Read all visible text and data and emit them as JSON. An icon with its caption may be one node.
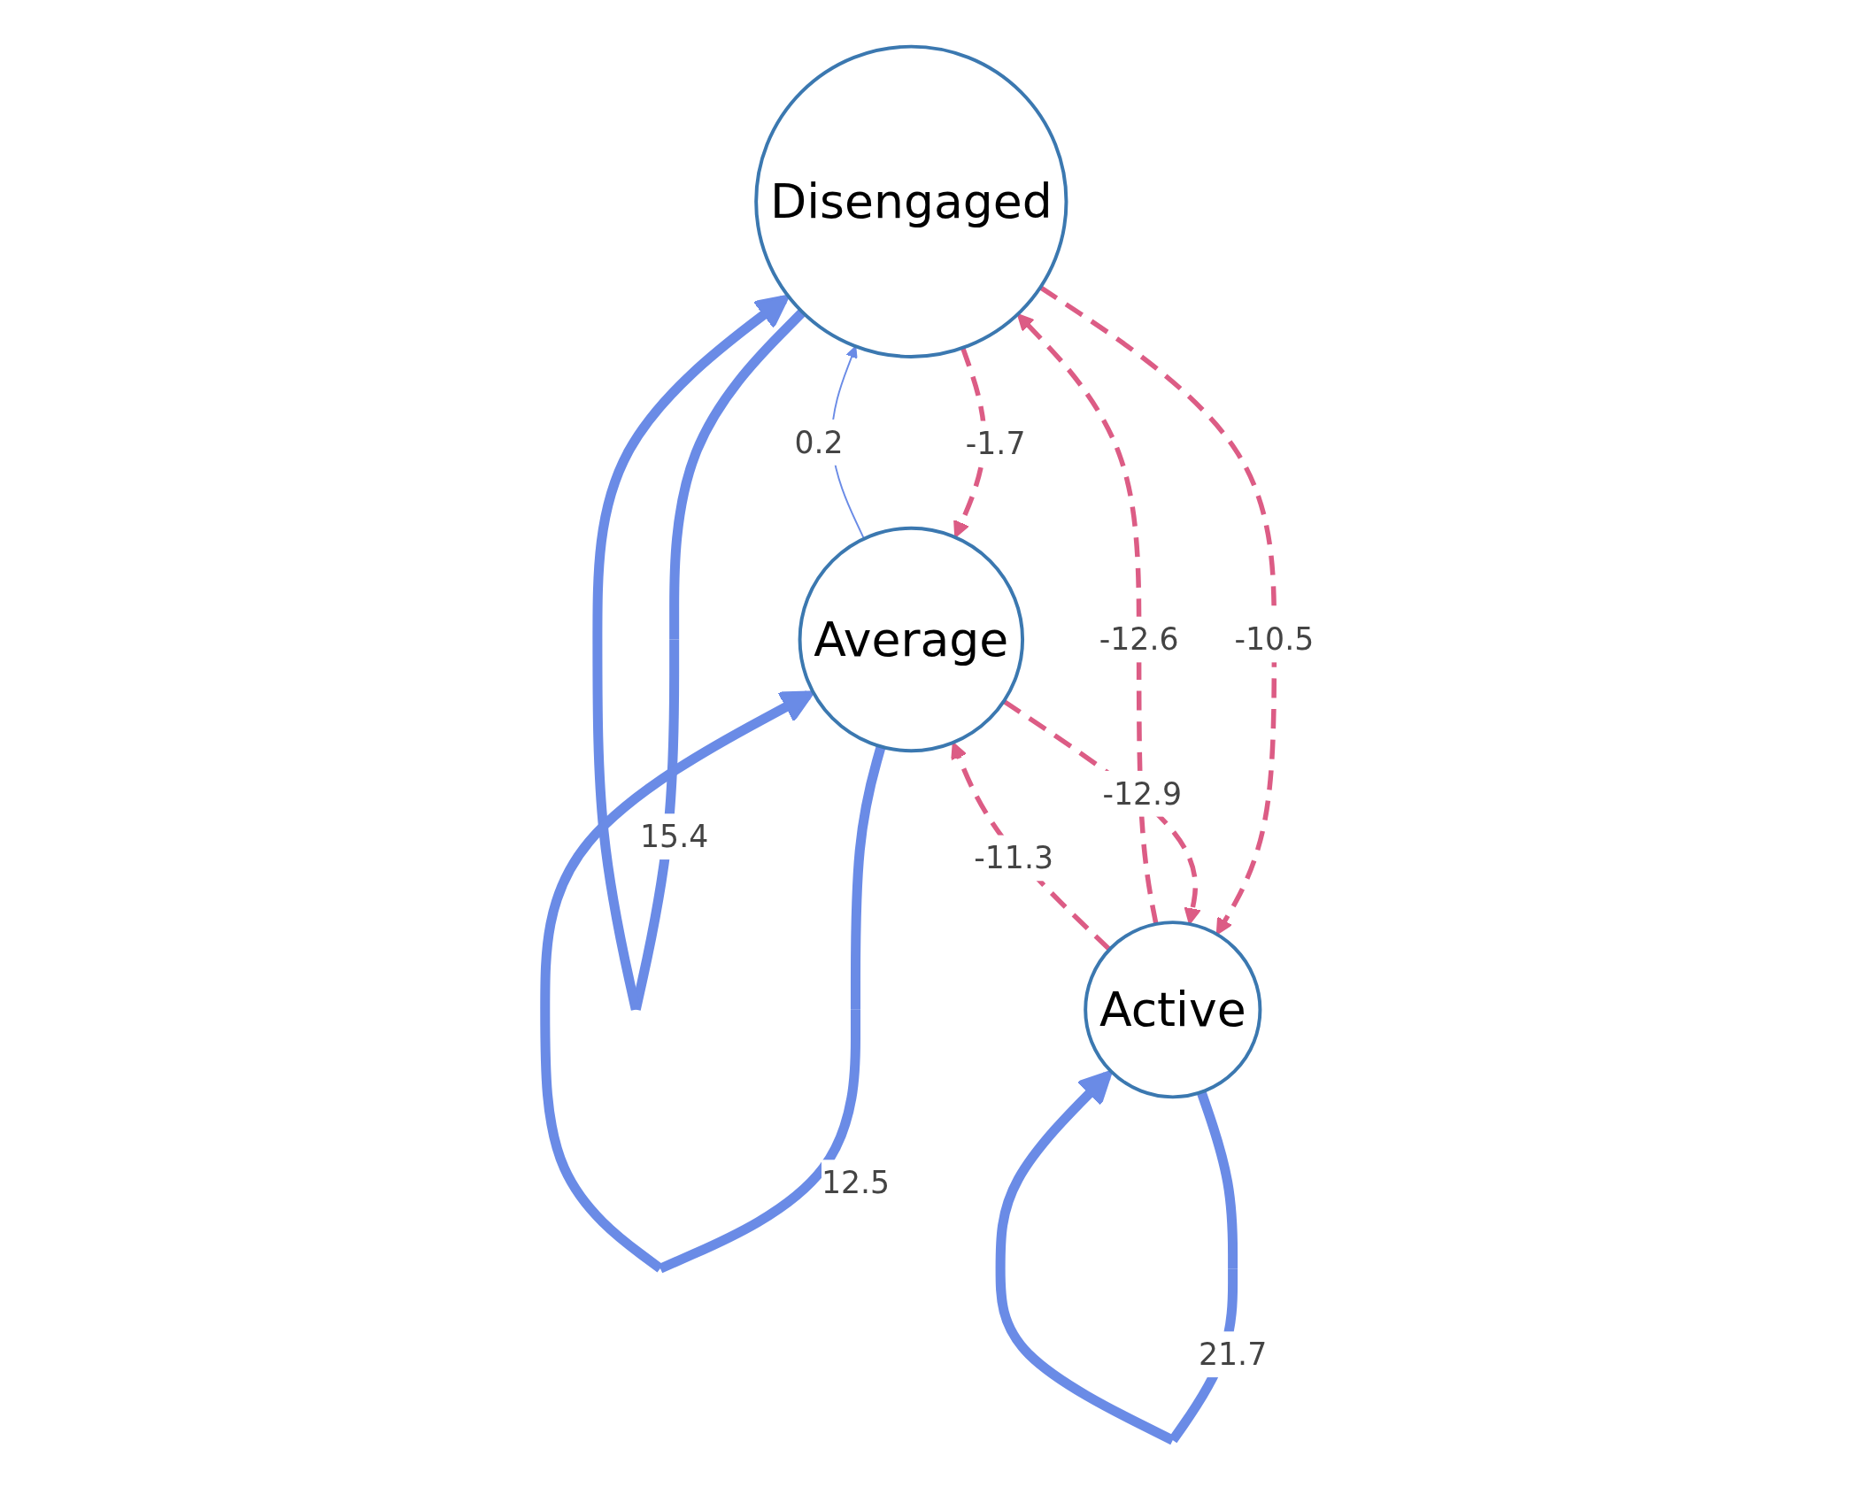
{
  "diagram": {
    "nodes": [
      {
        "text": [
          "Disengaged"
        ]
      },
      {
        "text": [
          "Average"
        ]
      },
      {
        "text": [
          "Active"
        ]
      }
    ],
    "edges": [
      {
        "from": 0,
        "to": 0,
        "arrow": "to",
        "label": "15.4",
        "style": "thick",
        "color": "#6a8be6"
      },
      {
        "from": 1,
        "to": 0,
        "arrow": "to",
        "label": "0.2",
        "color": "#6a8be6"
      },
      {
        "from": 0,
        "to": 1,
        "arrow": "to",
        "label": "-1.7",
        "style": "dashed"
      },
      {
        "from": 2,
        "to": 0,
        "arrow": "to",
        "label": "-12.6",
        "style": "dashed"
      },
      {
        "from": 0,
        "to": 2,
        "arrow": "to",
        "label": "-10.5",
        "style": "dashed"
      },
      {
        "from": 1,
        "to": 2,
        "arrow": "to",
        "label": "-12.9",
        "style": "dashed"
      },
      {
        "from": 2,
        "to": 1,
        "arrow": "to",
        "label": "-11.3",
        "style": "dashed"
      },
      {
        "from": 1,
        "to": 1,
        "arrow": "to",
        "label": "12.5",
        "style": "thick",
        "color": "#6a8be6"
      },
      {
        "from": 2,
        "to": 2,
        "arrow": "to",
        "label": "21.7",
        "style": "thick",
        "color": "#6a8be6"
      }
    ]
  }
}
